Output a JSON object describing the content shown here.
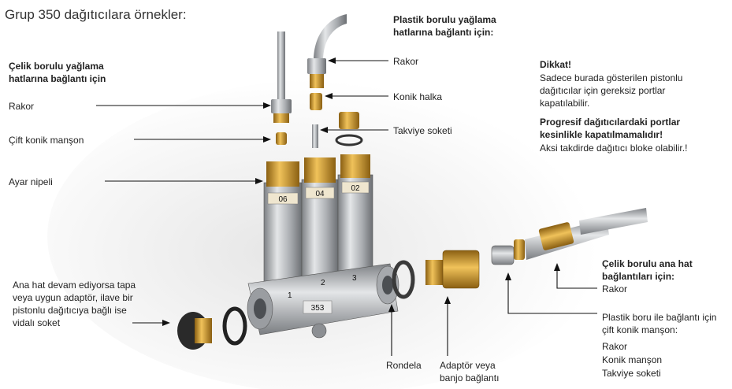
{
  "title": "Grup 350 dağıtıcılara örnekler:",
  "left": {
    "heading_line1": "Çelik borulu yağlama",
    "heading_line2": "hatlarına bağlantı için",
    "rakor": "Rakor",
    "cift_konik": "Çift konik manşon",
    "ayar_nipeli": "Ayar nipeli",
    "ana_hat_lines": [
      "Ana hat devam ediyorsa tapa",
      "veya uygun adaptör, ilave bir",
      "pistonlu dağıtıcıya bağlı ise",
      "vidalı soket"
    ]
  },
  "top": {
    "heading_line1": "Plastik borulu yağlama",
    "heading_line2": "hatlarına bağlantı için:",
    "rakor": "Rakor",
    "konik_halka": "Konik halka",
    "takviye_soketi": "Takviye soketi"
  },
  "warning": {
    "heading": "Dikkat!",
    "text_lines": [
      "Sadece burada gösterilen pistonlu",
      "dağıtıcılar için gereksiz portlar",
      "kapatılabilir."
    ],
    "bold_lines": [
      "Progresif dağıtıcılardaki portlar",
      "kesinlikle kapatılmamalıdır!"
    ],
    "last_line": "Aksi takdirde dağıtıcı bloke olabilir.!"
  },
  "right": {
    "heading_line1": "Çelik borulu ana hat",
    "heading_line2": "bağlantıları için:",
    "rakor": "Rakor",
    "plastik_line1": "Plastik boru ile bağlantı için",
    "plastik_line2": "çift konik manşon:",
    "list": [
      "Rakor",
      "Konik manşon",
      "Takviye soketi"
    ]
  },
  "bottom": {
    "rondela": "Rondela",
    "adaptor_line1": "Adaptör veya",
    "adaptor_line2": "banjo bağlantı"
  },
  "marks": {
    "sizes": [
      "06",
      "04",
      "02"
    ],
    "sections": [
      "1",
      "2",
      "3"
    ],
    "body": "353"
  },
  "colors": {
    "brass": "#c9962d",
    "brass_dark": "#8a5f12",
    "metal": "#b7b9bc",
    "metal_dark": "#6f7276",
    "tube": "#cfd2d5"
  }
}
